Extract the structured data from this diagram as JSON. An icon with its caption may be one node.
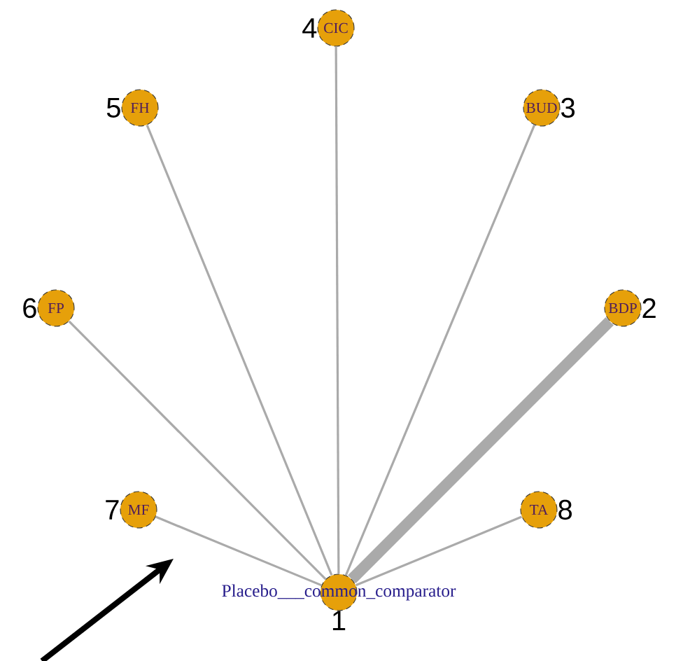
{
  "diagram": {
    "nodes": [
      {
        "text": [
          "CIC"
        ],
        "beside": [
          "4"
        ]
      },
      {
        "text": [
          "FH"
        ],
        "beside": [
          "5"
        ]
      },
      {
        "text": [
          "BUD"
        ],
        "beside": [
          "3"
        ]
      },
      {
        "text": [
          "FP"
        ],
        "beside": [
          "6"
        ]
      },
      {
        "text": [
          "BDP"
        ],
        "beside": [
          "2"
        ]
      },
      {
        "text": [
          "MF"
        ],
        "beside": [
          "7"
        ]
      },
      {
        "text": [
          "TA"
        ],
        "beside": [
          "8"
        ]
      },
      {
        "text": [
          "Placebo___common_comparator"
        ],
        "beside": [
          "1"
        ]
      }
    ],
    "edges": [
      {
        "from": 7,
        "to": 0,
        "arrow": "none"
      },
      {
        "from": 7,
        "to": 1,
        "arrow": "none"
      },
      {
        "from": 7,
        "to": 2,
        "arrow": "none"
      },
      {
        "from": 7,
        "to": 3,
        "arrow": "none"
      },
      {
        "from": 7,
        "to": 4,
        "arrow": "none",
        "style": "thick"
      },
      {
        "from": 7,
        "to": 5,
        "arrow": "none"
      },
      {
        "from": 7,
        "to": 6,
        "arrow": "none"
      }
    ]
  }
}
